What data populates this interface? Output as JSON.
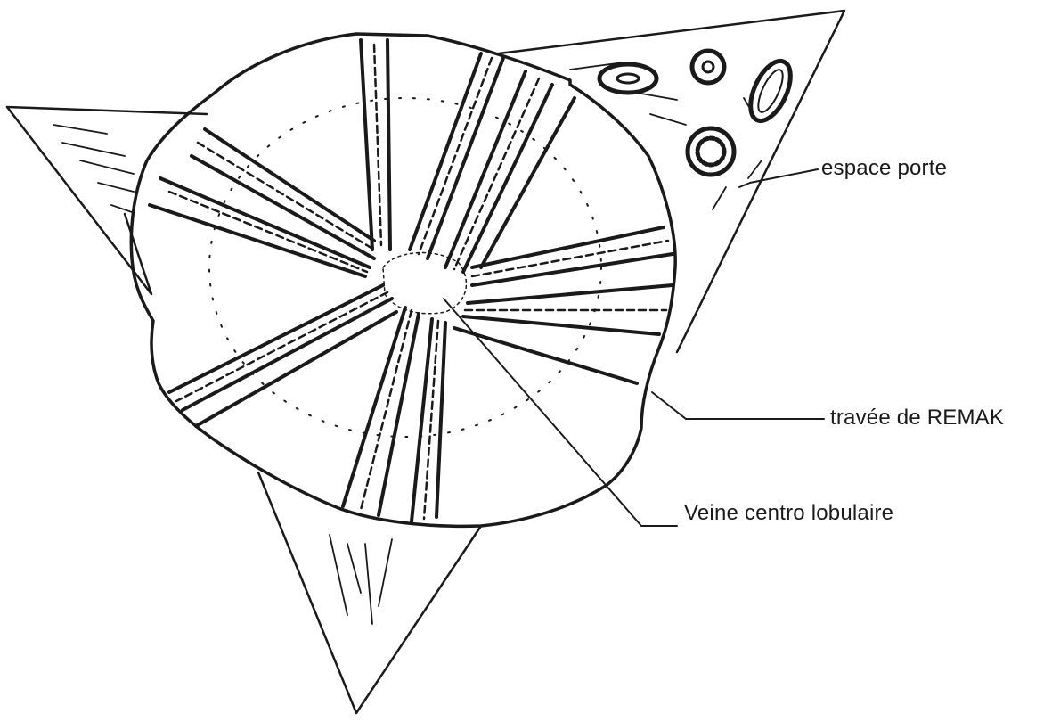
{
  "labels": {
    "portal_space": "espace porte",
    "remak_cord": "travée de REMAK",
    "central_vein": "Veine centro lobulaire"
  },
  "colors": {
    "ink": "#1a1a1a",
    "background": "#ffffff"
  }
}
